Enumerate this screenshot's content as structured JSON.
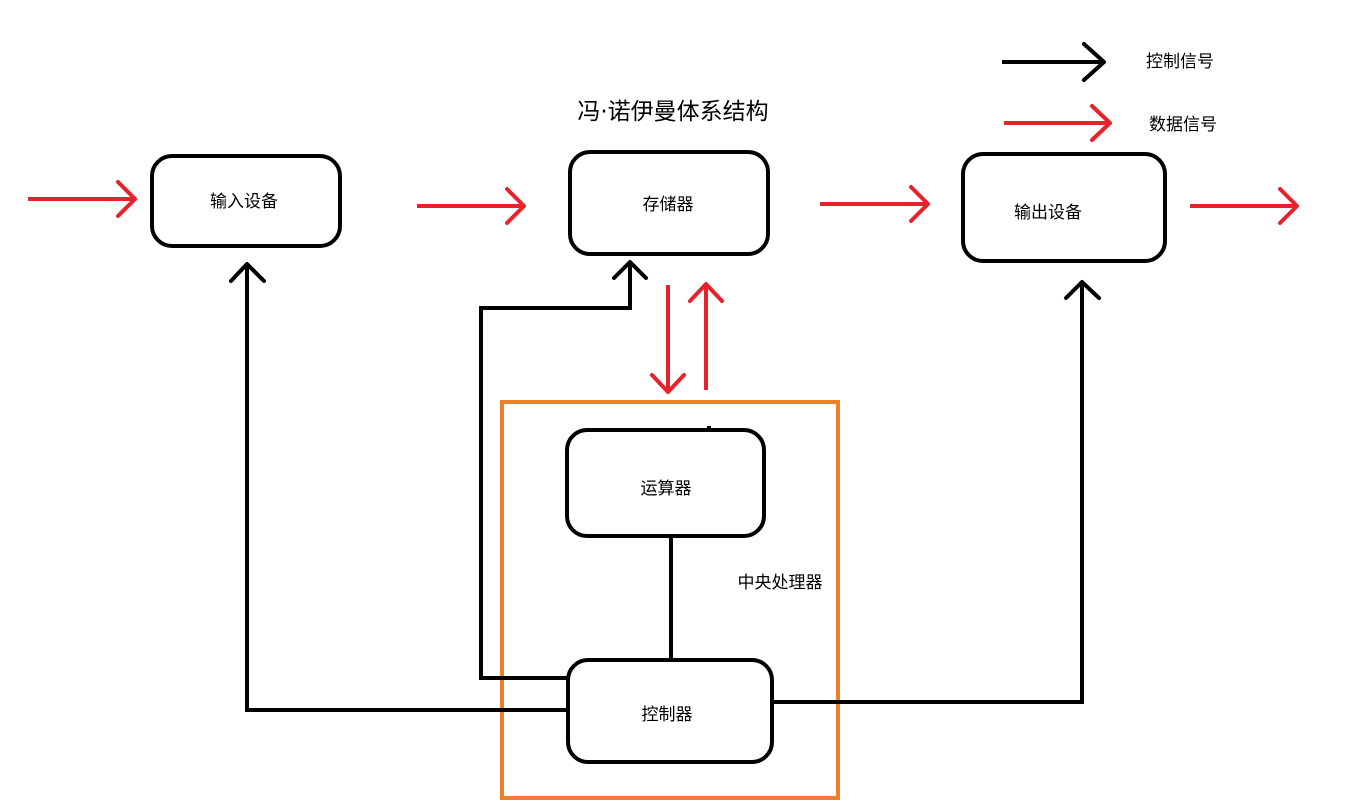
{
  "diagram": {
    "title": "冯·诺伊曼体系结构",
    "nodes": {
      "input": "输入设备",
      "memory": "存储器",
      "output": "输出设备",
      "alu": "运算器",
      "controller": "控制器"
    },
    "cpu_group_label": "中央处理器",
    "legend": {
      "control_signal": "控制信号",
      "data_signal": "数据信号"
    },
    "colors": {
      "control_signal": "#000000",
      "data_signal": "#e8222a",
      "cpu_border": "#f07f2c"
    }
  }
}
